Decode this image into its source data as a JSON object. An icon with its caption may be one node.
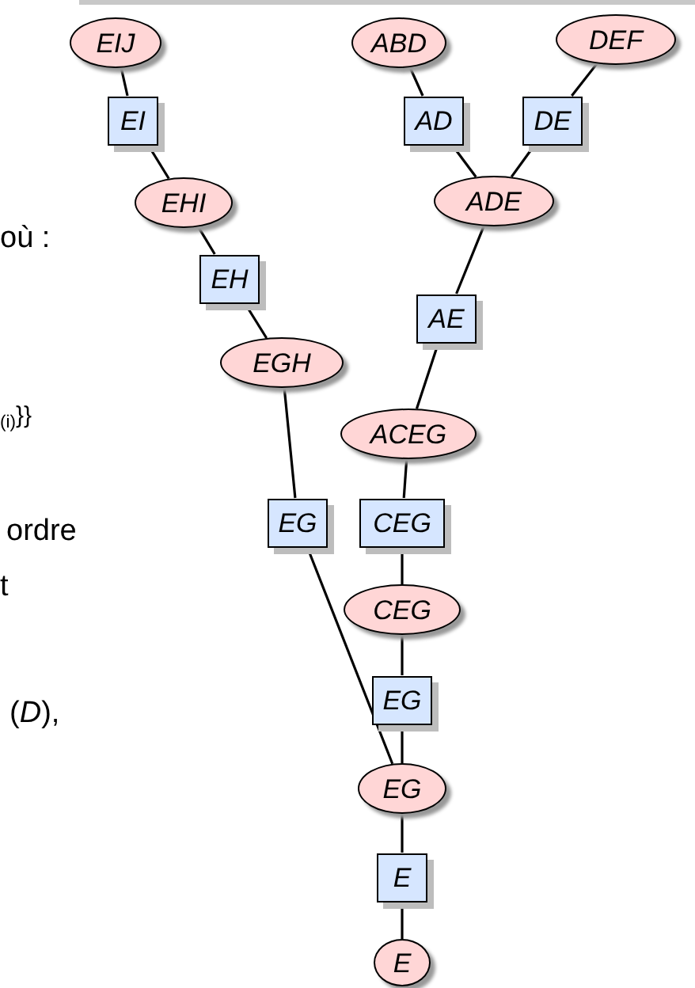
{
  "diagram": {
    "nodes": [
      {
        "text": [
          "EIJ"
        ]
      },
      {
        "text": [
          "ABD"
        ]
      },
      {
        "text": [
          "DEF"
        ]
      },
      {
        "text": [
          "EI"
        ]
      },
      {
        "text": [
          "AD"
        ]
      },
      {
        "text": [
          "DE"
        ]
      },
      {
        "text": [
          "EHI"
        ]
      },
      {
        "text": [
          "ADE"
        ]
      },
      {
        "text": [
          "EH"
        ]
      },
      {
        "text": [
          "AE"
        ]
      },
      {
        "text": [
          "EGH"
        ]
      },
      {
        "text": [
          "ACEG"
        ]
      },
      {
        "text": [
          "EG"
        ]
      },
      {
        "text": [
          "CEG"
        ]
      },
      {
        "text": [
          "CEG"
        ]
      },
      {
        "text": [
          "EG"
        ]
      },
      {
        "text": [
          "EG"
        ]
      },
      {
        "text": [
          "E"
        ]
      },
      {
        "text": [
          "E"
        ]
      }
    ],
    "edges": [
      {
        "from": 0,
        "to": 3,
        "arrow": "none"
      },
      {
        "from": 3,
        "to": 6,
        "arrow": "none"
      },
      {
        "from": 6,
        "to": 8,
        "arrow": "none"
      },
      {
        "from": 8,
        "to": 10,
        "arrow": "none"
      },
      {
        "from": 10,
        "to": 12,
        "arrow": "none"
      },
      {
        "from": 12,
        "to": 16,
        "arrow": "none"
      },
      {
        "from": 1,
        "to": 4,
        "arrow": "none"
      },
      {
        "from": 4,
        "to": 7,
        "arrow": "none"
      },
      {
        "from": 2,
        "to": 5,
        "arrow": "none"
      },
      {
        "from": 5,
        "to": 7,
        "arrow": "none"
      },
      {
        "from": 7,
        "to": 9,
        "arrow": "none"
      },
      {
        "from": 9,
        "to": 11,
        "arrow": "none"
      },
      {
        "from": 11,
        "to": 13,
        "arrow": "none"
      },
      {
        "from": 13,
        "to": 14,
        "arrow": "none"
      },
      {
        "from": 14,
        "to": 15,
        "arrow": "none"
      },
      {
        "from": 15,
        "to": 16,
        "arrow": "none"
      },
      {
        "from": 16,
        "to": 17,
        "arrow": "none"
      },
      {
        "from": 17,
        "to": 18,
        "arrow": "none"
      }
    ],
    "labels": [
      "où :",
      "$_{(i)}$}}",
      "ordre",
      "t",
      "(*D*),"
    ]
  }
}
